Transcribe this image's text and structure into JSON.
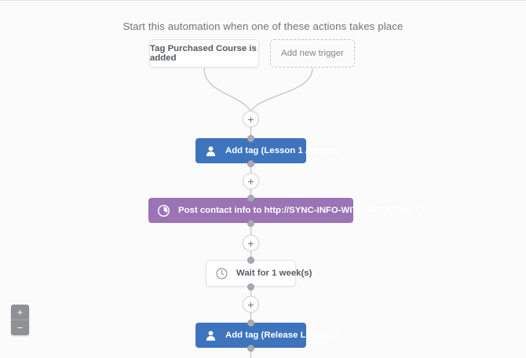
{
  "heading": "Start this automation when one of these actions takes place",
  "triggers": [
    {
      "label": "Tag Purchased Course is added",
      "style": "solid"
    },
    {
      "label": "Add new trigger",
      "style": "dashed"
    }
  ],
  "plus_label": "+",
  "nodes": [
    {
      "label": "Add tag (Lesson 1 Access)",
      "icon": "person-icon",
      "color": "#3d74bd"
    },
    {
      "label": "Post contact info to http://SYNC-INFO-WITH-ACCESSALLY",
      "icon": "clock-icon",
      "color": "#9a74b5"
    },
    {
      "label": "Wait for 1 week(s)",
      "icon": "clock-icon",
      "color": "#ffffff"
    },
    {
      "label": "Add tag (Release Lesson 2)",
      "icon": "person-icon",
      "color": "#3d74bd"
    }
  ],
  "zoom_controls": {
    "zoom_in_label": "+",
    "zoom_out_label": "−"
  },
  "colors": {
    "background": "#fbfbfc",
    "blue_node": "#3d74bd",
    "purple_node": "#9a74b5",
    "wire": "#c6c8cc",
    "dot": "#a9abb0"
  }
}
